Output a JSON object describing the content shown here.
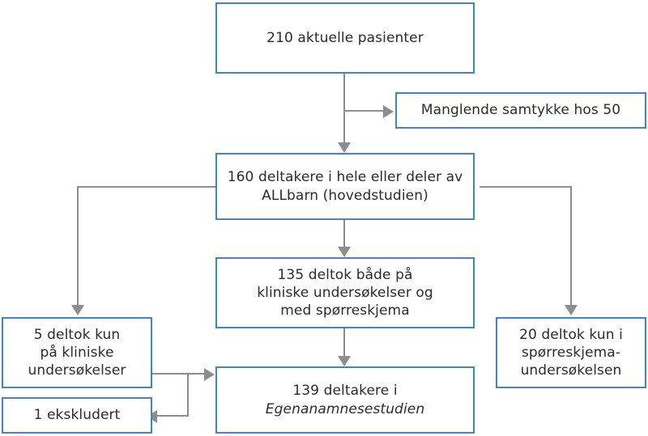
{
  "diagram": {
    "type": "flowchart",
    "language": "no",
    "colors": {
      "node_border": "#4285c4",
      "node_fill": "#ffffff",
      "connector": "#8d8d8d",
      "text": "#2b2b2b"
    },
    "nodes": {
      "total_patients": {
        "lines": [
          "210 aktuelle pasienter"
        ]
      },
      "missing_consent": {
        "lines": [
          "Manglende samtykke hos 50"
        ]
      },
      "participants_main_study": {
        "lines": [
          "160 deltakere i hele eller deler av",
          "ALLbarn (hovedstudien)"
        ]
      },
      "both_clinical_and_questionnaire": {
        "lines": [
          "135 deltok både på",
          "kliniske undersøkelser og",
          "med spørreskjema"
        ]
      },
      "clinical_only": {
        "lines": [
          "5 deltok kun",
          "på kliniske",
          "undersøkelser"
        ]
      },
      "questionnaire_only": {
        "lines": [
          "20 deltok kun i",
          "spørreskjema-",
          "undersøkelsen"
        ]
      },
      "egenanamnese_participants": {
        "line1": "139 deltakere i",
        "line2": "Egenanamnesestudien"
      },
      "excluded": {
        "lines": [
          "1 ekskludert"
        ]
      }
    },
    "edges": [
      {
        "from": "total_patients",
        "to": "participants_main_study",
        "arrow": "down"
      },
      {
        "from": "total_patients",
        "to": "missing_consent",
        "arrow": "right"
      },
      {
        "from": "participants_main_study",
        "to": "clinical_only",
        "arrow": "down"
      },
      {
        "from": "participants_main_study",
        "to": "both_clinical_and_questionnaire",
        "arrow": "down"
      },
      {
        "from": "participants_main_study",
        "to": "questionnaire_only",
        "arrow": "down"
      },
      {
        "from": "both_clinical_and_questionnaire",
        "to": "egenanamnese_participants",
        "arrow": "down"
      },
      {
        "from": "clinical_only",
        "to": "egenanamnese_participants",
        "arrow": "right"
      },
      {
        "from": "clinical_only",
        "to": "excluded",
        "arrow": "left"
      }
    ]
  }
}
